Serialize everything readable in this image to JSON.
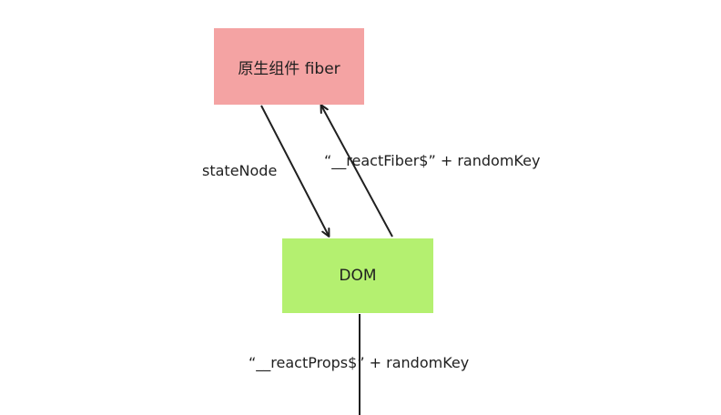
{
  "nodes": {
    "fiber": {
      "label": "原生组件 fiber",
      "color": "#f4a3a3"
    },
    "dom": {
      "label": "DOM",
      "color": "#b4f070"
    }
  },
  "edges": {
    "state_node": {
      "label": "stateNode"
    },
    "react_fiber": {
      "label": "“__reactFiber$” + randomKey"
    },
    "react_props": {
      "label": "“__reactProps$” + randomKey"
    }
  }
}
